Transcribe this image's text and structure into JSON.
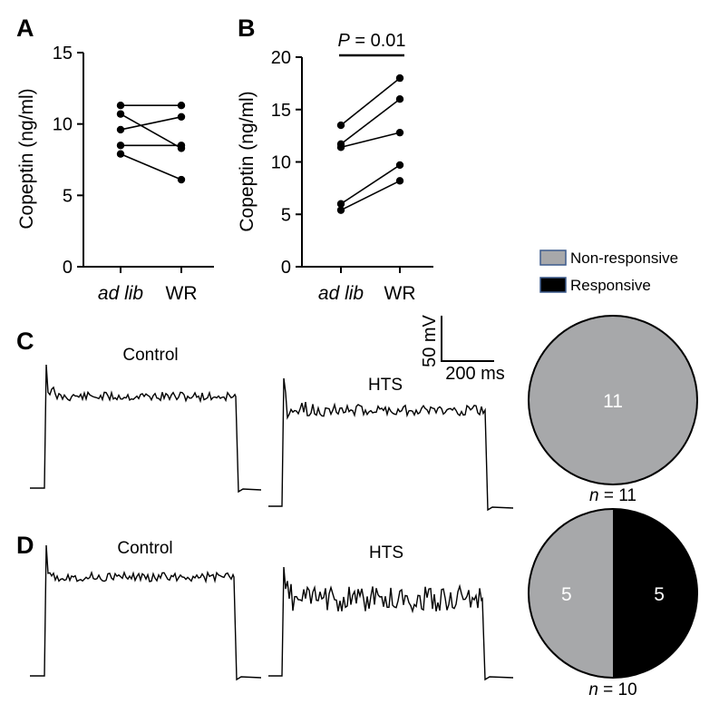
{
  "panels": {
    "A": "A",
    "B": "B",
    "C": "C",
    "D": "D"
  },
  "chart_data": [
    {
      "id": "A",
      "type": "line",
      "ylabel": "Copeptin (ng/ml)",
      "categories": [
        "ad lib",
        "WR"
      ],
      "ylim": [
        0,
        15
      ],
      "yticks": [
        "0",
        "5",
        "10",
        "15"
      ],
      "series": [
        {
          "values": [
            11.3,
            11.3
          ]
        },
        {
          "values": [
            10.7,
            8.3
          ]
        },
        {
          "values": [
            9.6,
            10.5
          ]
        },
        {
          "values": [
            8.5,
            8.5
          ]
        },
        {
          "values": [
            7.9,
            6.1
          ]
        }
      ],
      "color": "#000000"
    },
    {
      "id": "B",
      "type": "line",
      "ylabel": "Copeptin (ng/ml)",
      "categories": [
        "ad lib",
        "WR"
      ],
      "ylim": [
        0,
        20
      ],
      "yticks": [
        "0",
        "5",
        "10",
        "15",
        "20"
      ],
      "annotation": {
        "p_label": "P",
        "p_text": " = 0.01"
      },
      "series": [
        {
          "values": [
            13.5,
            18.0
          ]
        },
        {
          "values": [
            11.7,
            16.0
          ]
        },
        {
          "values": [
            11.4,
            12.8
          ]
        },
        {
          "values": [
            6.0,
            9.7
          ]
        },
        {
          "values": [
            5.4,
            8.2
          ]
        }
      ],
      "color": "#000000"
    },
    {
      "id": "C-pie",
      "type": "pie",
      "slices": [
        {
          "label": "11",
          "value": 11,
          "color": "#a7a8aa"
        }
      ],
      "n_label": "n",
      "n_text": " = 11"
    },
    {
      "id": "D-pie",
      "type": "pie",
      "slices": [
        {
          "label": "5",
          "value": 5,
          "color": "#a7a8aa"
        },
        {
          "label": "5",
          "value": 5,
          "color": "#000000"
        }
      ],
      "n_label": "n",
      "n_text": " = 10"
    }
  ],
  "legend": [
    {
      "label": "Non-responsive",
      "color": "#a7a8aa"
    },
    {
      "label": "Responsive",
      "color": "#000000"
    }
  ],
  "traces": {
    "c_control": "Control",
    "c_hts": "HTS",
    "d_control": "Control",
    "d_hts": "HTS"
  },
  "scale_bar": {
    "vertical": "50 mV",
    "horizontal": "200 ms"
  }
}
